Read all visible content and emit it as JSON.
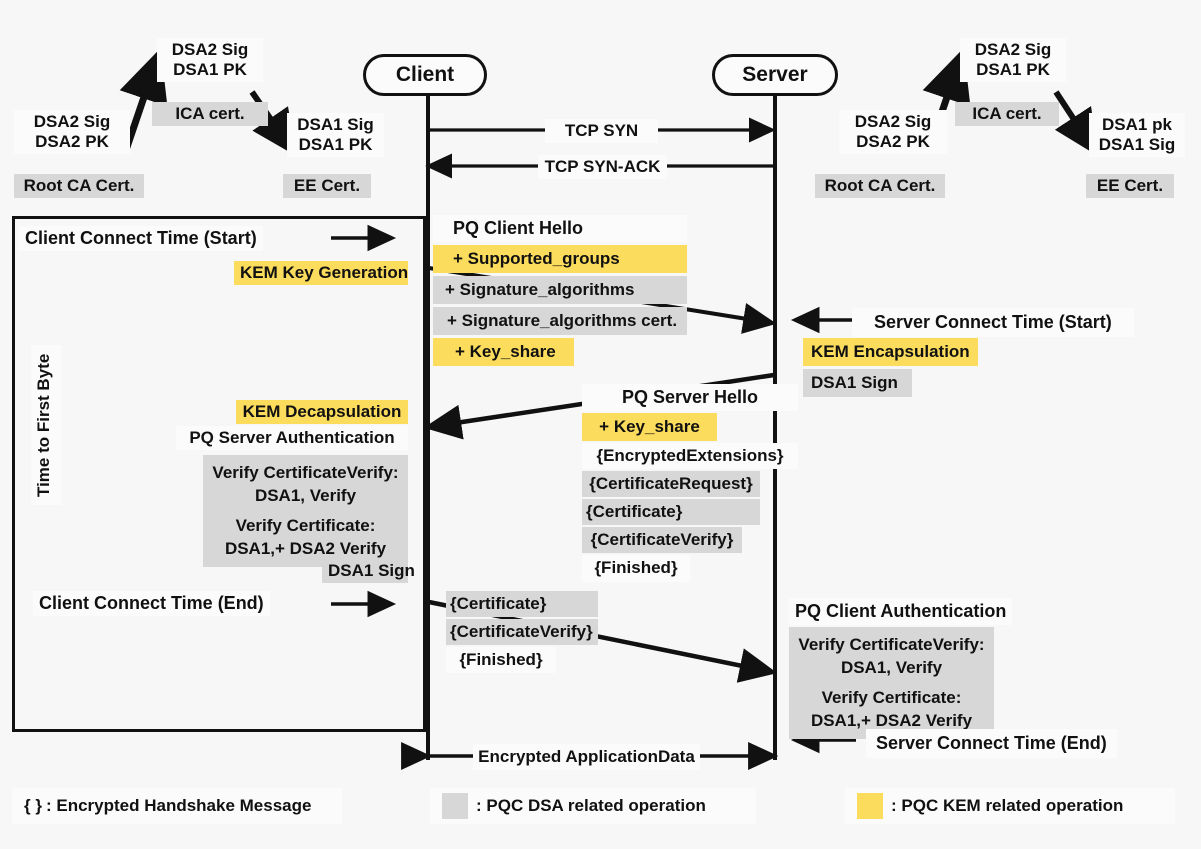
{
  "actors": {
    "client": "Client",
    "server": "Server"
  },
  "client_cert_chain": {
    "root": {
      "line1": "DSA2 Sig",
      "line2": "DSA2 PK",
      "label": "Root CA Cert."
    },
    "ica": {
      "line1": "DSA2 Sig",
      "line2": "DSA1 PK",
      "label": "ICA cert."
    },
    "ee": {
      "line1": "DSA1 Sig",
      "line2": "DSA1 PK",
      "label": "EE Cert."
    }
  },
  "server_cert_chain": {
    "root": {
      "line1": "DSA2 Sig",
      "line2": "DSA2 PK",
      "label": "Root CA Cert."
    },
    "ica": {
      "line1": "DSA2 Sig",
      "line2": "DSA1 PK",
      "label": "ICA cert."
    },
    "ee": {
      "line1": "DSA1 pk",
      "line2": "DSA1 Sig",
      "label": "EE Cert."
    }
  },
  "messages": {
    "tcp_syn": "TCP SYN",
    "tcp_syn_ack": "TCP SYN-ACK",
    "app_data": "Encrypted ApplicationData"
  },
  "client_hello": {
    "title": "PQ Client Hello",
    "items": [
      {
        "text": "+ Supported_groups",
        "style": "yellow"
      },
      {
        "text": "+ Signature_algorithms",
        "style": "gray"
      },
      {
        "text": "+ Signature_algorithms cert.",
        "style": "gray"
      },
      {
        "text": "+ Key_share",
        "style": "yellow"
      }
    ]
  },
  "server_hello": {
    "title": "PQ Server Hello",
    "items": [
      {
        "text": "+ Key_share",
        "style": "yellow"
      },
      {
        "text": "{EncryptedExtensions}",
        "style": "white"
      },
      {
        "text": "{CertificateRequest}",
        "style": "gray"
      },
      {
        "text": "{Certificate}",
        "style": "gray"
      },
      {
        "text": "{CertificateVerify}",
        "style": "gray"
      },
      {
        "text": "{Finished}",
        "style": "white"
      }
    ]
  },
  "client_flight": {
    "items": [
      {
        "text": "{Certificate}",
        "style": "gray"
      },
      {
        "text": "{CertificateVerify}",
        "style": "gray"
      },
      {
        "text": "{Finished}",
        "style": "white"
      }
    ]
  },
  "client_ops": {
    "connect_start": "Client Connect Time (Start)",
    "connect_end": "Client Connect Time (End)",
    "ttfb": "Time to First Byte",
    "kem_keygen": "KEM Key Generation",
    "kem_decap": "KEM Decapsulation",
    "auth_title": "PQ Server Authentication",
    "verify_cv_1": "Verify CertificateVerify:",
    "verify_cv_2": "DSA1, Verify",
    "verify_cert_1": "Verify Certificate:",
    "verify_cert_2": "DSA1,+ DSA2 Verify",
    "dsa1_sign": "DSA1 Sign"
  },
  "server_ops": {
    "connect_start": "Server Connect Time (Start)",
    "connect_end": "Server Connect Time (End)",
    "kem_encap": "KEM Encapsulation",
    "dsa1_sign": "DSA1 Sign",
    "auth_title": "PQ Client Authentication",
    "verify_cv_1": "Verify CertificateVerify:",
    "verify_cv_2": "DSA1, Verify",
    "verify_cert_1": "Verify Certificate:",
    "verify_cert_2": "DSA1,+ DSA2 Verify"
  },
  "legend": {
    "encrypted": {
      "symbol": "{ }",
      "text": ": Encrypted Handshake Message"
    },
    "dsa": {
      "text": ": PQC DSA related operation"
    },
    "kem": {
      "text": ": PQC KEM related operation"
    }
  },
  "colors": {
    "kem_yellow": "#fcdc5c",
    "dsa_gray": "#d7d7d7",
    "line": "#111111",
    "background": "#f7f7f7"
  }
}
